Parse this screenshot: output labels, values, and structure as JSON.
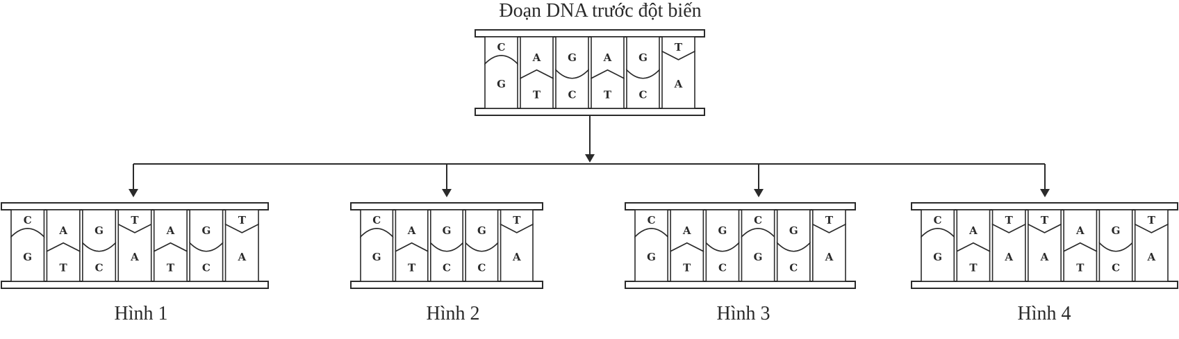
{
  "title": "Đoạn DNA trước đột biến",
  "original": {
    "top": [
      "C",
      "A",
      "G",
      "A",
      "G",
      "T"
    ],
    "bottom": [
      "G",
      "T",
      "C",
      "T",
      "C",
      "A"
    ]
  },
  "figures": [
    {
      "label": "Hình 1",
      "top": [
        "C",
        "A",
        "G",
        "T",
        "A",
        "G",
        "T"
      ],
      "bottom": [
        "G",
        "T",
        "C",
        "A",
        "T",
        "C",
        "A"
      ]
    },
    {
      "label": "Hình 2",
      "top": [
        "C",
        "A",
        "G",
        "G",
        "T"
      ],
      "bottom": [
        "G",
        "T",
        "C",
        "C",
        "A"
      ]
    },
    {
      "label": "Hình 3",
      "top": [
        "C",
        "A",
        "G",
        "C",
        "G",
        "T"
      ],
      "bottom": [
        "G",
        "T",
        "C",
        "G",
        "C",
        "A"
      ]
    },
    {
      "label": "Hình 4",
      "top": [
        "C",
        "A",
        "T",
        "T",
        "A",
        "G",
        "T"
      ],
      "bottom": [
        "G",
        "T",
        "A",
        "A",
        "T",
        "C",
        "A"
      ]
    }
  ],
  "colors": {
    "stroke": "#2a2a2a",
    "background": "#ffffff"
  }
}
